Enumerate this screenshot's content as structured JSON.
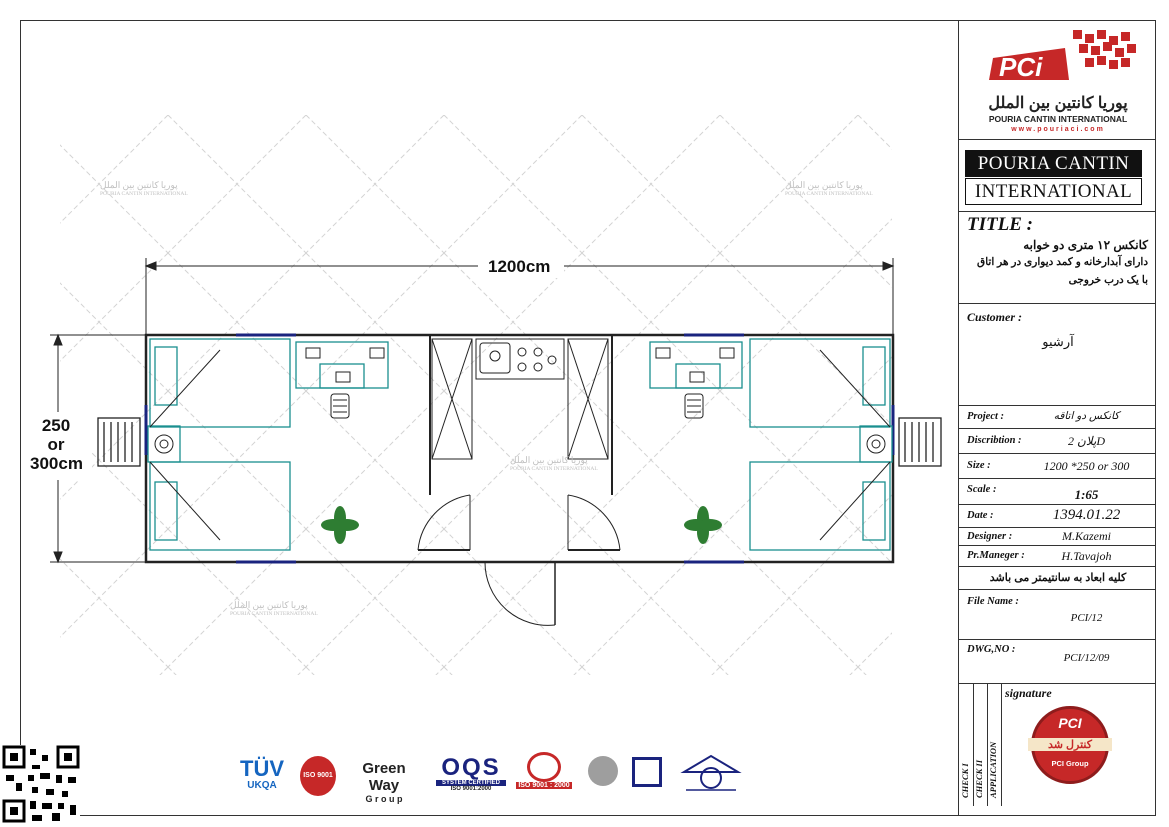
{
  "drawing": {
    "overall_length": "1200cm",
    "overall_width_line1": "250",
    "overall_width_line2": "or",
    "overall_width_line3": "300cm"
  },
  "watermark": {
    "text_fa": "پوریا کانتین بین الملل",
    "text_en": "POURIA CANTIN INTERNATIONAL"
  },
  "title_block": {
    "logo_mark": "PCi",
    "logo_name_fa": "پوریا کانتین بین الملل",
    "logo_name_en": "POURIA CANTIN INTERNATIONAL",
    "logo_url": "www.pouriaci.com",
    "company_line1": "POURIA CANTIN",
    "company_line2": "INTERNATIONAL",
    "title_label": "TITLE :",
    "title_line1": "کانکس ۱۲ متری دو خوابه",
    "title_line2": "دارای آبدارخانه و کمد دیواری در هر اتاق",
    "title_line3": "با یک درب خروجی",
    "customer_label": "Customer :",
    "customer_value": "آرشیو",
    "project_label": "Project :",
    "project_value": "کانکس دو اتاقه",
    "description_label": "Discribtion :",
    "description_value": "پلان 2D",
    "size_label": "Size :",
    "size_value": "1200 *250 or 300",
    "scale_label": "Scale :",
    "scale_value": "1:65",
    "date_label": "Date :",
    "date_value": "1394.01.22",
    "designer_label": "Designer :",
    "designer_value": "M.Kazemi",
    "pm_label": "Pr.Maneger :",
    "pm_value": "H.Tavajoh",
    "note": "کلیه ابعاد به سانتیمتر می باشد",
    "filename_label": "File Name :",
    "filename_value": "PCI/12",
    "dwg_label": "DWG,NO :",
    "dwg_value": "PCI/12/09",
    "check1": "CHECK I",
    "check2": "CHECK II",
    "application": "APPLICATION",
    "signature_label": "signature",
    "stamp_top": "PCI",
    "stamp_middle": "کنترل شد",
    "stamp_bottom": "PCI Group"
  },
  "certifications": {
    "tuv": "TÜV",
    "tuv_sub": "UKQA",
    "iso_badge": "ISO 9001",
    "greenway": "Green Way",
    "greenway_sub": "G r o u p",
    "oqs": "OQS",
    "oqs_sub": "SYSTEM CERTIFIED",
    "oqs_iso": "ISO 9001:2000",
    "iso2000": "ISO 9001 : 2000"
  },
  "colors": {
    "wall": "#222222",
    "furniture": "#1a8f8f",
    "window": "#1a237e",
    "brand_red": "#c62828",
    "plant": "#2e7d32"
  }
}
